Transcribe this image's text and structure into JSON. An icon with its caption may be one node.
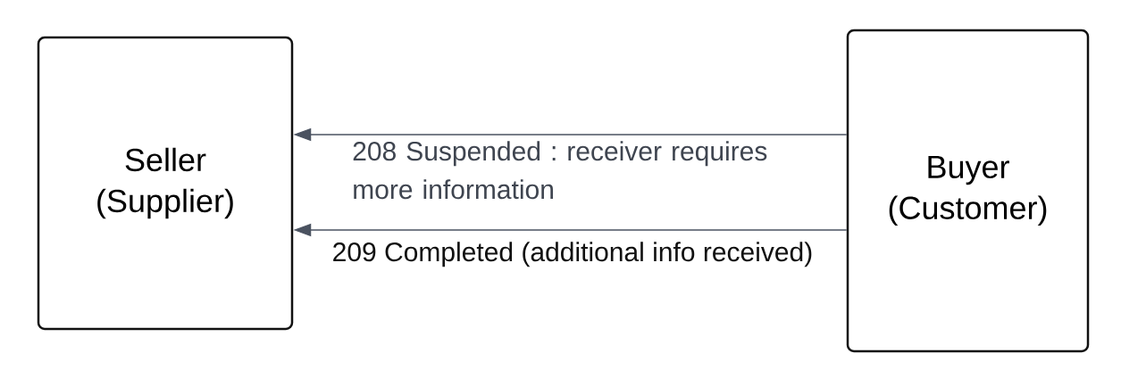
{
  "diagram": {
    "nodes": [
      {
        "text": [
          "Seller (Supplier)"
        ]
      },
      {
        "text": [
          "Buyer (Customer)"
        ]
      }
    ],
    "edges": [
      {
        "from": 1,
        "to": 0,
        "arrow": "to",
        "label": "208 Suspended : receiver requires more information"
      },
      {
        "from": 1,
        "to": 0,
        "arrow": "to",
        "label": "209 Completed (additional info received)"
      }
    ]
  }
}
